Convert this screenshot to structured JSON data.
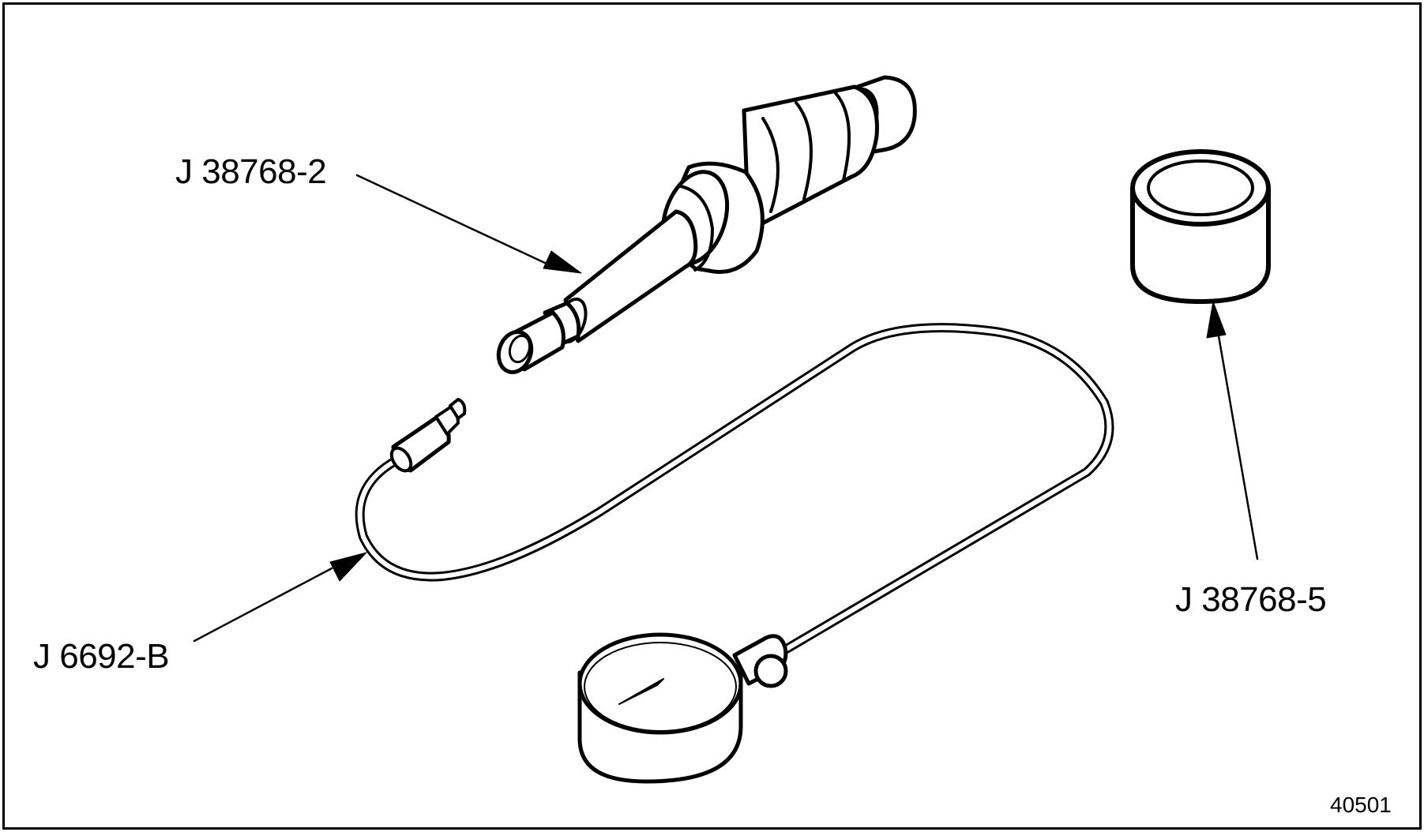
{
  "figure": {
    "number": "40501",
    "colors": {
      "ink": "#000000",
      "paper": "#ffffff"
    }
  },
  "callouts": [
    {
      "id": "adapter",
      "text": "J 38768-2",
      "target": "compression-adapter"
    },
    {
      "id": "gauge",
      "text": "J 6692-B",
      "target": "compression-gauge-hose"
    },
    {
      "id": "cap",
      "text": "J 38768-5",
      "target": "adapter-cap"
    }
  ]
}
